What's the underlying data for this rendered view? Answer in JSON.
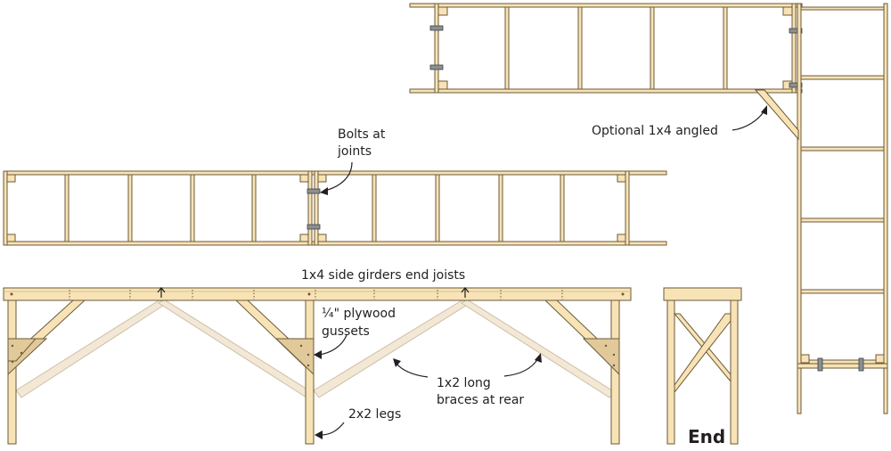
{
  "labels": {
    "bolts": [
      "Bolts at",
      "joints"
    ],
    "optional": "Optional 1x4 angled",
    "girders": "1x4 side girders end joists",
    "gussets": [
      "¼\" plywood",
      "gussets"
    ],
    "braces": [
      "1x2 long",
      "braces at rear"
    ],
    "legs": "2x2 legs",
    "end": "End"
  },
  "colors": {
    "wood": "#f7e3b5",
    "wood_stroke": "#6b5a3a",
    "brace_rear": "#f3e8d6",
    "gusset": "#e2c99a",
    "hardware": "#7d8286",
    "leader": "#231f20"
  }
}
